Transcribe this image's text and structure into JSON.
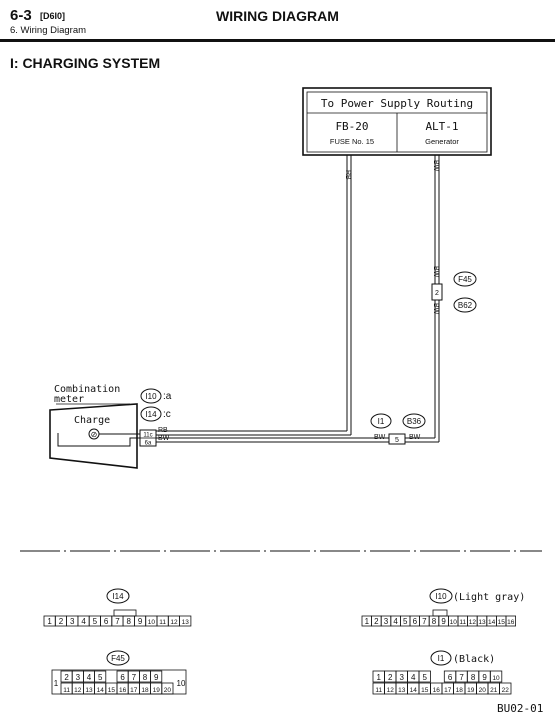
{
  "header": {
    "section_number": "6-3",
    "section_code": "[D6I0]",
    "subsection": "6. Wiring Diagram",
    "title": "WIRING DIAGRAM"
  },
  "section_title": "I:  CHARGING SYSTEM",
  "power_box": {
    "title": "To Power Supply Routing",
    "left_label": "FB-20",
    "left_sub": "FUSE No. 15",
    "right_label": "ALT-1",
    "right_sub": "Generator"
  },
  "wires": {
    "rb": "RB",
    "bw": "BW"
  },
  "connectors": {
    "f45": "F45",
    "b62": "B62",
    "f45_pin": "2",
    "i1": "I1",
    "b36": "B36",
    "i1_pin": "5",
    "i10": "I10",
    "i14": "I14",
    "i10_suffix": ":a",
    "i14_suffix": ":c",
    "pin_6a": "6a",
    "pin_11c": "11c"
  },
  "meter": {
    "label_line1": "Combination",
    "label_line2": "meter",
    "charge_label": "Charge",
    "lamp_symbol": "⊘"
  },
  "legend": {
    "i14_label": "I14",
    "i14_pins": [
      "1",
      "2",
      "3",
      "4",
      "5",
      "6",
      "7",
      "8",
      "9",
      "10",
      "11",
      "12",
      "13"
    ],
    "i10_label": "I10",
    "i10_note": "(Light gray)",
    "i10_pins": [
      "1",
      "2",
      "3",
      "4",
      "5",
      "6",
      "7",
      "8",
      "9",
      "10",
      "11",
      "12",
      "13",
      "14",
      "15",
      "16"
    ],
    "f45_label": "F45",
    "f45_top": [
      "2",
      "3",
      "4",
      "5",
      "6",
      "7",
      "8",
      "9"
    ],
    "f45_bottom": [
      "11",
      "12",
      "13",
      "14",
      "15",
      "16",
      "17",
      "18",
      "19",
      "20"
    ],
    "f45_left": "1",
    "f45_right": "10",
    "i1_label": "I1",
    "i1_note": "(Black)",
    "i1_top": [
      "1",
      "2",
      "3",
      "4",
      "5",
      "6",
      "7",
      "8",
      "9",
      "10"
    ],
    "i1_bottom": [
      "11",
      "12",
      "13",
      "14",
      "15",
      "16",
      "17",
      "18",
      "19",
      "20",
      "21",
      "22"
    ]
  },
  "footer_code": "BU02-01"
}
